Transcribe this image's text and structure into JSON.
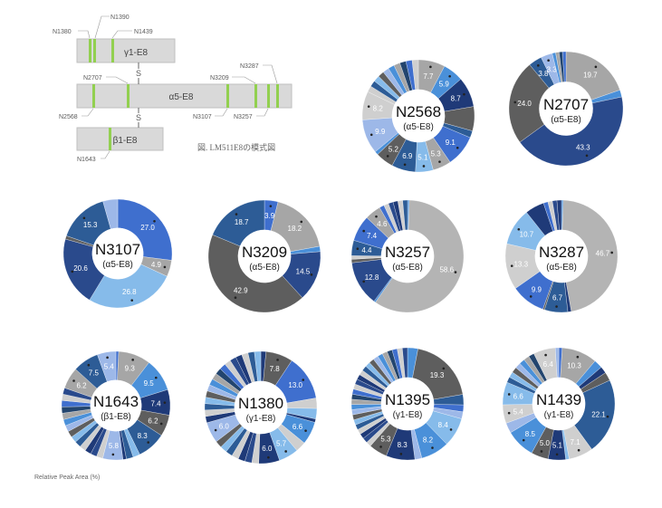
{
  "schematic": {
    "caption": "図. LM511E8の模式図",
    "chains": {
      "gamma": "γ1-E8",
      "alpha": "α5-E8",
      "beta": "β1-E8"
    },
    "disulfide": "S",
    "sites": {
      "N1380": "N1380",
      "N1390": "N1390",
      "N1439": "N1439",
      "N2707": "N2707",
      "N2568": "N2568",
      "N3107": "N3107",
      "N3209": "N3209",
      "N3257": "N3257",
      "N3287": "N3287",
      "N1643": "N1643"
    },
    "colors": {
      "box": "#d9d9d9",
      "site": "#92d050"
    }
  },
  "footer": "Relative Peak Area (%)",
  "palette": {
    "g1": "#a6a6a6",
    "g2": "#5e5e5e",
    "g3": "#cfcfcf",
    "g4": "#b4b4b4",
    "b1": "#4a90d9",
    "b2": "#1f3a78",
    "b3": "#9db8e8",
    "b4": "#2d5c96",
    "b5": "#86bbea",
    "b6": "#3f6fce",
    "b7": "#23456e",
    "b8": "#2a4a8c"
  },
  "chart_data": [
    {
      "type": "pie",
      "id": "N2568",
      "chain": "(α5-E8)",
      "slices": [
        {
          "v": 7.7,
          "l": "7.7",
          "c": "g1"
        },
        {
          "v": 5.9,
          "l": "5.9",
          "c": "b1"
        },
        {
          "v": 8.7,
          "l": "8.7",
          "c": "b2"
        },
        {
          "v": 7,
          "l": "",
          "c": "g2"
        },
        {
          "v": 2,
          "l": "",
          "c": "b4"
        },
        {
          "v": 9.1,
          "l": "9.1",
          "c": "b6"
        },
        {
          "v": 5.3,
          "l": "5.3",
          "c": "g1"
        },
        {
          "v": 5.1,
          "l": "5.1",
          "c": "b5"
        },
        {
          "v": 6.9,
          "l": "6.9",
          "c": "b4"
        },
        {
          "v": 5.2,
          "l": "5.2",
          "c": "g2"
        },
        {
          "v": 1,
          "l": "",
          "c": "b1"
        },
        {
          "v": 9.9,
          "l": "9.9",
          "c": "b3"
        },
        {
          "v": 8.2,
          "l": "8.2",
          "c": "g3"
        },
        {
          "rest": 17.9,
          "n": 10
        }
      ]
    },
    {
      "type": "pie",
      "id": "N2707",
      "chain": "(α5-E8)",
      "slices": [
        {
          "v": 19.7,
          "l": "19.7",
          "c": "g1"
        },
        {
          "v": 2,
          "l": "",
          "c": "b1"
        },
        {
          "v": 43.3,
          "l": "43.3",
          "c": "b8"
        },
        {
          "v": 24.0,
          "l": "24.0",
          "c": "g2"
        },
        {
          "v": 3.8,
          "l": "3.8",
          "c": "b4"
        },
        {
          "v": 3.3,
          "l": "3.3",
          "c": "b3"
        },
        {
          "rest": 3.9,
          "n": 4
        }
      ]
    },
    {
      "type": "pie",
      "id": "N3107",
      "chain": "(α5-E8)",
      "slices": [
        {
          "v": 27.0,
          "l": "27.0",
          "c": "b6"
        },
        {
          "v": 4.9,
          "l": "4.9",
          "c": "g1"
        },
        {
          "v": 26.8,
          "l": "26.8",
          "c": "b5"
        },
        {
          "v": 20.6,
          "l": "20.6",
          "c": "b8"
        },
        {
          "v": 1,
          "l": "",
          "c": "g2"
        },
        {
          "v": 15.3,
          "l": "15.3",
          "c": "b4"
        },
        {
          "v": 4.4,
          "l": "",
          "c": "b3"
        }
      ]
    },
    {
      "type": "pie",
      "id": "N3209",
      "chain": "(α5-E8)",
      "slices": [
        {
          "v": 3.9,
          "l": "3.9",
          "c": "b6"
        },
        {
          "v": 18.2,
          "l": "18.2",
          "c": "g1"
        },
        {
          "v": 1.5,
          "l": "",
          "c": "b1"
        },
        {
          "v": 14.5,
          "l": "14.5",
          "c": "b8"
        },
        {
          "v": 42.9,
          "l": "42.9",
          "c": "g2"
        },
        {
          "v": 18.7,
          "l": "18.7",
          "c": "b4"
        }
      ]
    },
    {
      "type": "pie",
      "id": "N3257",
      "chain": "(α5-E8)",
      "slices": [
        {
          "v": 0.5,
          "l": "",
          "c": "b1"
        },
        {
          "v": 58.6,
          "l": "58.6",
          "c": "g4"
        },
        {
          "v": 0.5,
          "l": "",
          "c": "b1"
        },
        {
          "v": 12.8,
          "l": "12.8",
          "c": "b8"
        },
        {
          "v": 1,
          "l": "",
          "c": "g2"
        },
        {
          "v": 1,
          "l": "",
          "c": "g3"
        },
        {
          "v": 4.4,
          "l": "4.4",
          "c": "b4"
        },
        {
          "v": 7.4,
          "l": "7.4",
          "c": "b6"
        },
        {
          "v": 4.6,
          "l": "4.6",
          "c": "g1"
        },
        {
          "rest": 8.2,
          "n": 6
        }
      ]
    },
    {
      "type": "pie",
      "id": "N3287",
      "chain": "(α5-E8)",
      "slices": [
        {
          "v": 0.5,
          "l": "",
          "c": "b1"
        },
        {
          "v": 46.7,
          "l": "46.7",
          "c": "g4"
        },
        {
          "v": 1,
          "l": "",
          "c": "b2"
        },
        {
          "v": 6.7,
          "l": "6.7",
          "c": "b4"
        },
        {
          "v": 0.5,
          "l": "",
          "c": "g2"
        },
        {
          "v": 9.9,
          "l": "9.9",
          "c": "b6"
        },
        {
          "v": 13.3,
          "l": "13.3",
          "c": "g3"
        },
        {
          "v": 10.7,
          "l": "10.7",
          "c": "b5"
        },
        {
          "v": 5.5,
          "l": "",
          "c": "b2"
        },
        {
          "rest": 5.2,
          "n": 4
        }
      ]
    },
    {
      "type": "pie",
      "id": "N1643",
      "chain": "(β1-E8)",
      "slices": [
        {
          "v": 0.8,
          "l": "",
          "c": "b6"
        },
        {
          "v": 9.3,
          "l": "9.3",
          "c": "g1"
        },
        {
          "v": 9.5,
          "l": "9.5",
          "c": "b1"
        },
        {
          "v": 7.4,
          "l": "7.4",
          "c": "b2"
        },
        {
          "v": 6.2,
          "l": "6.2",
          "c": "g2"
        },
        {
          "v": 8.3,
          "l": "8.3",
          "c": "b4"
        },
        {
          "v": 2,
          "l": "",
          "c": "b5"
        },
        {
          "v": 2,
          "l": "",
          "c": "b4"
        },
        {
          "v": 1,
          "l": "",
          "c": "b2"
        },
        {
          "v": 5.8,
          "l": "5.8",
          "c": "b3"
        },
        {
          "rest": 25.6,
          "n": 14
        },
        {
          "v": 6.2,
          "l": "6.2",
          "c": "g1"
        },
        {
          "v": 7.5,
          "l": "7.5",
          "c": "b4"
        },
        {
          "v": 5.4,
          "l": "5.4",
          "c": "b3"
        }
      ]
    },
    {
      "type": "pie",
      "id": "N1380",
      "chain": "(γ1-E8)",
      "slices": [
        {
          "v": 1.5,
          "l": "",
          "c": "b2"
        },
        {
          "v": 7.8,
          "l": "7.8",
          "c": "g2"
        },
        {
          "v": 13.0,
          "l": "13.0",
          "c": "b6"
        },
        {
          "v": 3,
          "l": "",
          "c": "g3"
        },
        {
          "v": 3,
          "l": "",
          "c": "b5"
        },
        {
          "v": 1,
          "l": "",
          "c": "b2"
        },
        {
          "v": 6.6,
          "l": "6.6",
          "c": "b1"
        },
        {
          "v": 3,
          "l": "",
          "c": "g3"
        },
        {
          "v": 5.7,
          "l": "5.7",
          "c": "b5"
        },
        {
          "v": 6.0,
          "l": "6.0",
          "c": "b2"
        },
        {
          "rest": 14,
          "n": 7
        },
        {
          "v": 6.0,
          "l": "6.0",
          "c": "b3"
        },
        {
          "rest": 29.4,
          "n": 16
        }
      ]
    },
    {
      "type": "pie",
      "id": "N1395",
      "chain": "(γ1-E8)",
      "slices": [
        {
          "v": 3,
          "l": "",
          "c": "b1"
        },
        {
          "v": 19.3,
          "l": "19.3",
          "c": "g2"
        },
        {
          "v": 3,
          "l": "",
          "c": "b4"
        },
        {
          "v": 2,
          "l": "",
          "c": "b6"
        },
        {
          "v": 2,
          "l": "",
          "c": "b3"
        },
        {
          "v": 8.4,
          "l": "8.4",
          "c": "b5"
        },
        {
          "v": 8.2,
          "l": "8.2",
          "c": "b1"
        },
        {
          "v": 2,
          "l": "",
          "c": "b3"
        },
        {
          "v": 8.3,
          "l": "8.3",
          "c": "b2"
        },
        {
          "v": 5.3,
          "l": "5.3",
          "c": "g2"
        },
        {
          "rest": 38.5,
          "n": 26
        }
      ]
    },
    {
      "type": "pie",
      "id": "N1439",
      "chain": "(γ1-E8)",
      "slices": [
        {
          "v": 1,
          "l": "",
          "c": "b6"
        },
        {
          "v": 10.3,
          "l": "10.3",
          "c": "g1"
        },
        {
          "v": 2.5,
          "l": "",
          "c": "b1"
        },
        {
          "v": 2,
          "l": "",
          "c": "b2"
        },
        {
          "v": 2.5,
          "l": "",
          "c": "g2"
        },
        {
          "v": 22.1,
          "l": "22.1",
          "c": "b4"
        },
        {
          "v": 7.1,
          "l": "7.1",
          "c": "g3"
        },
        {
          "v": 1,
          "l": "",
          "c": "b5"
        },
        {
          "v": 5.1,
          "l": "5.1",
          "c": "b2"
        },
        {
          "v": 5.0,
          "l": "5.0",
          "c": "g2"
        },
        {
          "v": 8.5,
          "l": "8.5",
          "c": "b1"
        },
        {
          "v": 3,
          "l": "",
          "c": "b3"
        },
        {
          "v": 5.4,
          "l": "5.4",
          "c": "g3"
        },
        {
          "v": 6.6,
          "l": "6.6",
          "c": "b5"
        },
        {
          "rest": 11.5,
          "n": 7
        },
        {
          "v": 6.4,
          "l": "6.4",
          "c": "g3"
        },
        {
          "v": 1,
          "l": "",
          "c": "b3"
        }
      ]
    }
  ]
}
